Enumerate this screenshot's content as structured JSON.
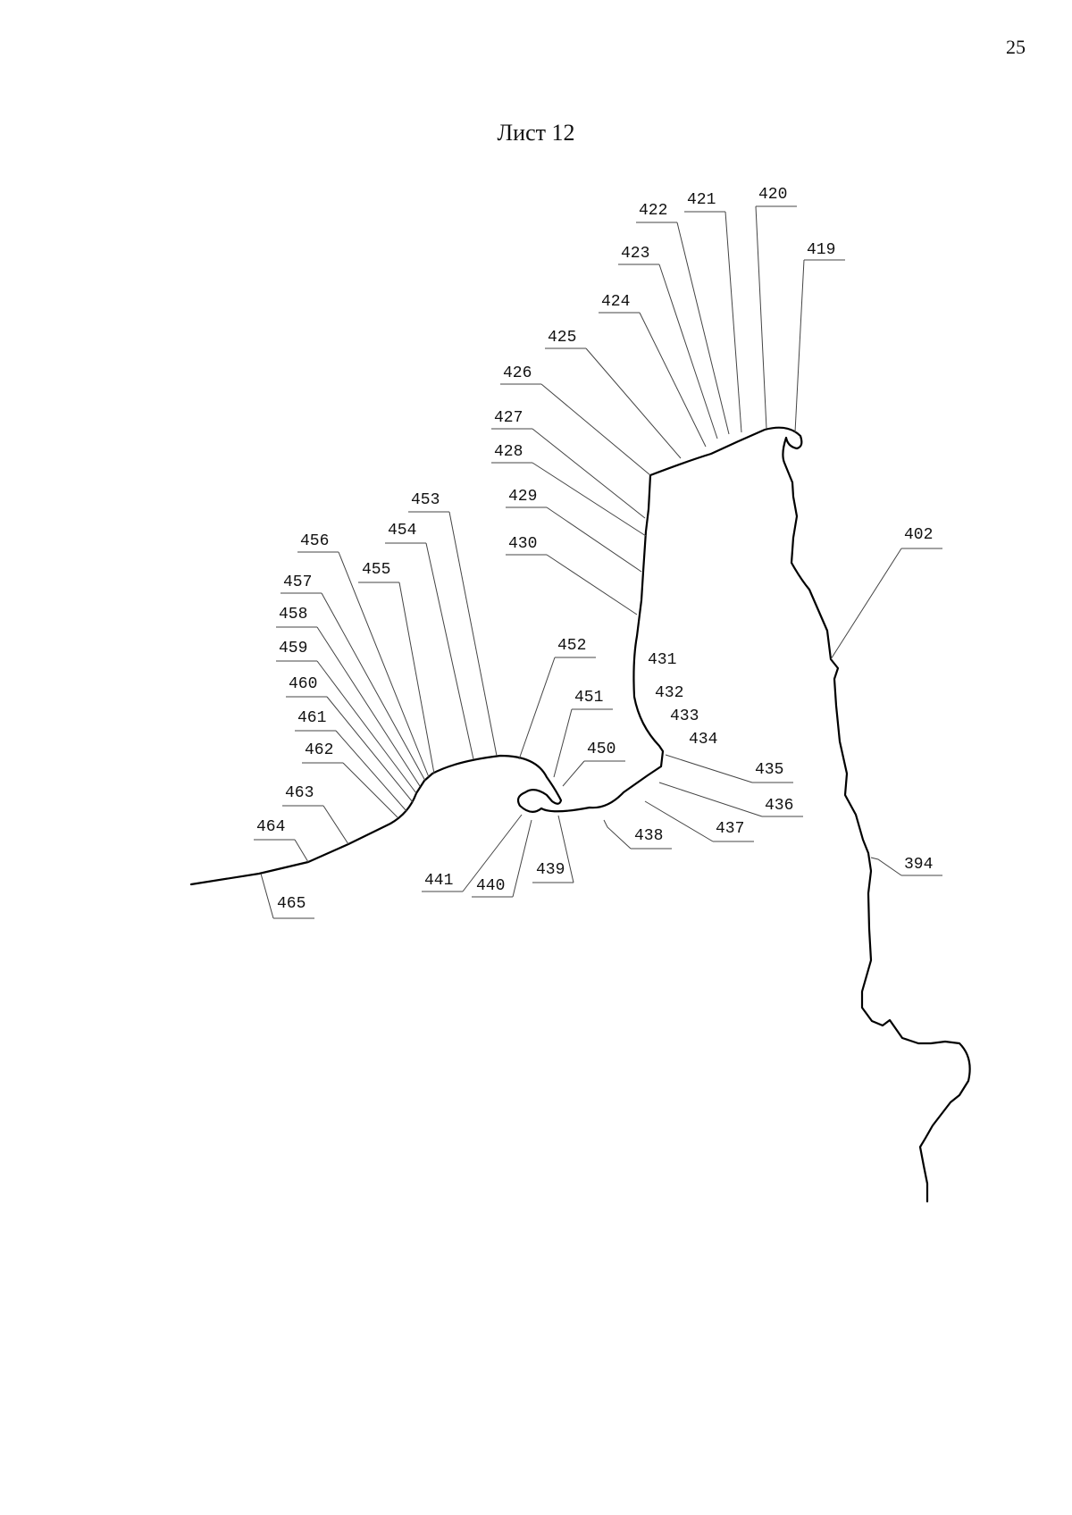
{
  "page_number": "25",
  "sheet_title": "Лист 12",
  "points": [
    "419",
    "420",
    "421",
    "422",
    "423",
    "424",
    "425",
    "426",
    "427",
    "428",
    "429",
    "430",
    "431",
    "432",
    "433",
    "434",
    "435",
    "436",
    "437",
    "438",
    "439",
    "440",
    "441",
    "450",
    "451",
    "452",
    "453",
    "454",
    "455",
    "456",
    "457",
    "458",
    "459",
    "460",
    "461",
    "462",
    "463",
    "464",
    "465",
    "402",
    "394"
  ],
  "colors": {
    "line": "#000000",
    "text": "#111111",
    "leader": "#444444"
  }
}
